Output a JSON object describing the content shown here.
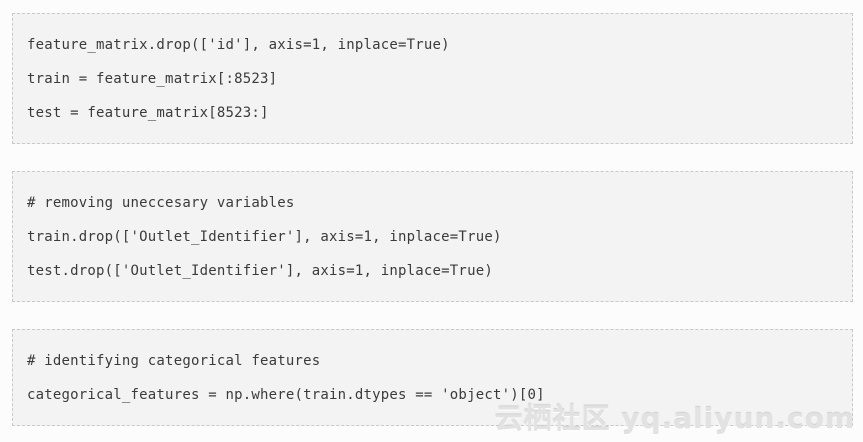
{
  "colors": {
    "page_background": "#fcfcfc",
    "block_background": "#f3f3f3",
    "block_border": "#c9c9c9",
    "code_text": "#3b3b3b",
    "watermark_text": "#e2e2e2"
  },
  "code_blocks": [
    {
      "lines": [
        "feature_matrix.drop(['id'], axis=1, inplace=True)",
        "train = feature_matrix[:8523]",
        "test = feature_matrix[8523:]"
      ]
    },
    {
      "lines": [
        "# removing uneccesary variables",
        "train.drop(['Outlet_Identifier'], axis=1, inplace=True)",
        "test.drop(['Outlet_Identifier'], axis=1, inplace=True)"
      ]
    },
    {
      "lines": [
        "# identifying categorical features",
        "categorical_features = np.where(train.dtypes == 'object')[0]"
      ]
    }
  ],
  "watermark": {
    "text": "云栖社区 yq.aliyun.com"
  }
}
